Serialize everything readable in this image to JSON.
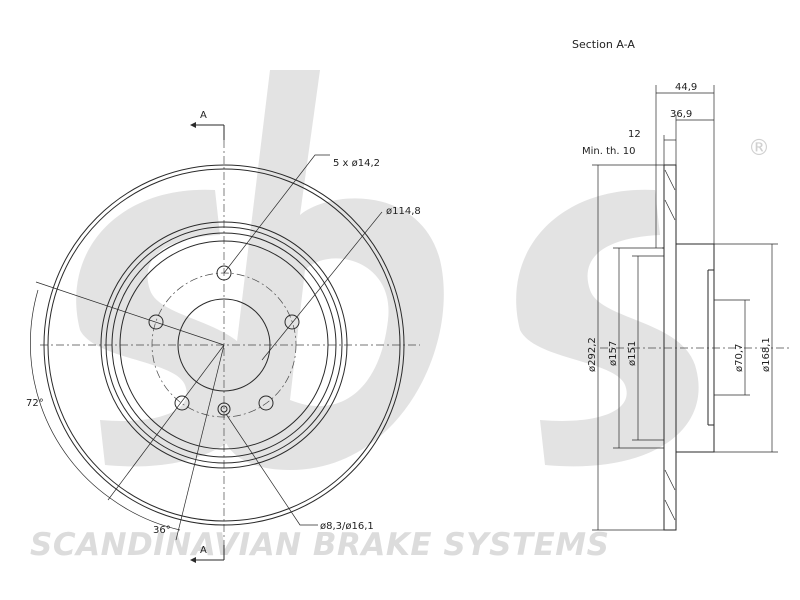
{
  "drawing": {
    "section_title": "Section A-A",
    "section_marker_top": "A",
    "section_marker_bottom": "A"
  },
  "front_view_labels": {
    "bolt_holes": "5 x ø14,2",
    "pitch_circle": "ø114,8",
    "small_holes": "ø8,3/ø16,1",
    "angle_72": "72°",
    "angle_36": "36°"
  },
  "section_view_labels": {
    "width_total": "44,9",
    "width_hat": "36,9",
    "thickness": "12",
    "min_thickness": "Min. th. 10",
    "outer_diameter": "ø292,2",
    "dia_157": "ø157",
    "dia_151": "ø151",
    "dia_70_7": "ø70,7",
    "dia_168_1": "ø168,1"
  },
  "watermark": {
    "brand_text": "SCANDINAVIAN BRAKE SYSTEMS",
    "registered_mark": "®"
  }
}
